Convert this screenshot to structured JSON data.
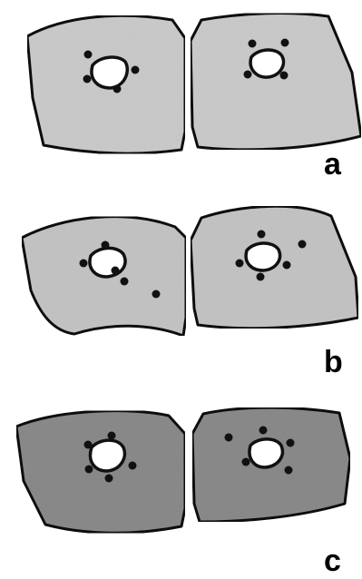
{
  "panels": [
    {
      "label": "a",
      "fill_color": "#d0d0d0"
    },
    {
      "label": "b",
      "fill_color": "#c9c9c9"
    },
    {
      "label": "c",
      "fill_color": "#8e8e8e"
    }
  ],
  "colors": {
    "outline": "#111111",
    "dots": "#111111",
    "nucleus_fill": "#ffffff",
    "background": "#ffffff"
  }
}
